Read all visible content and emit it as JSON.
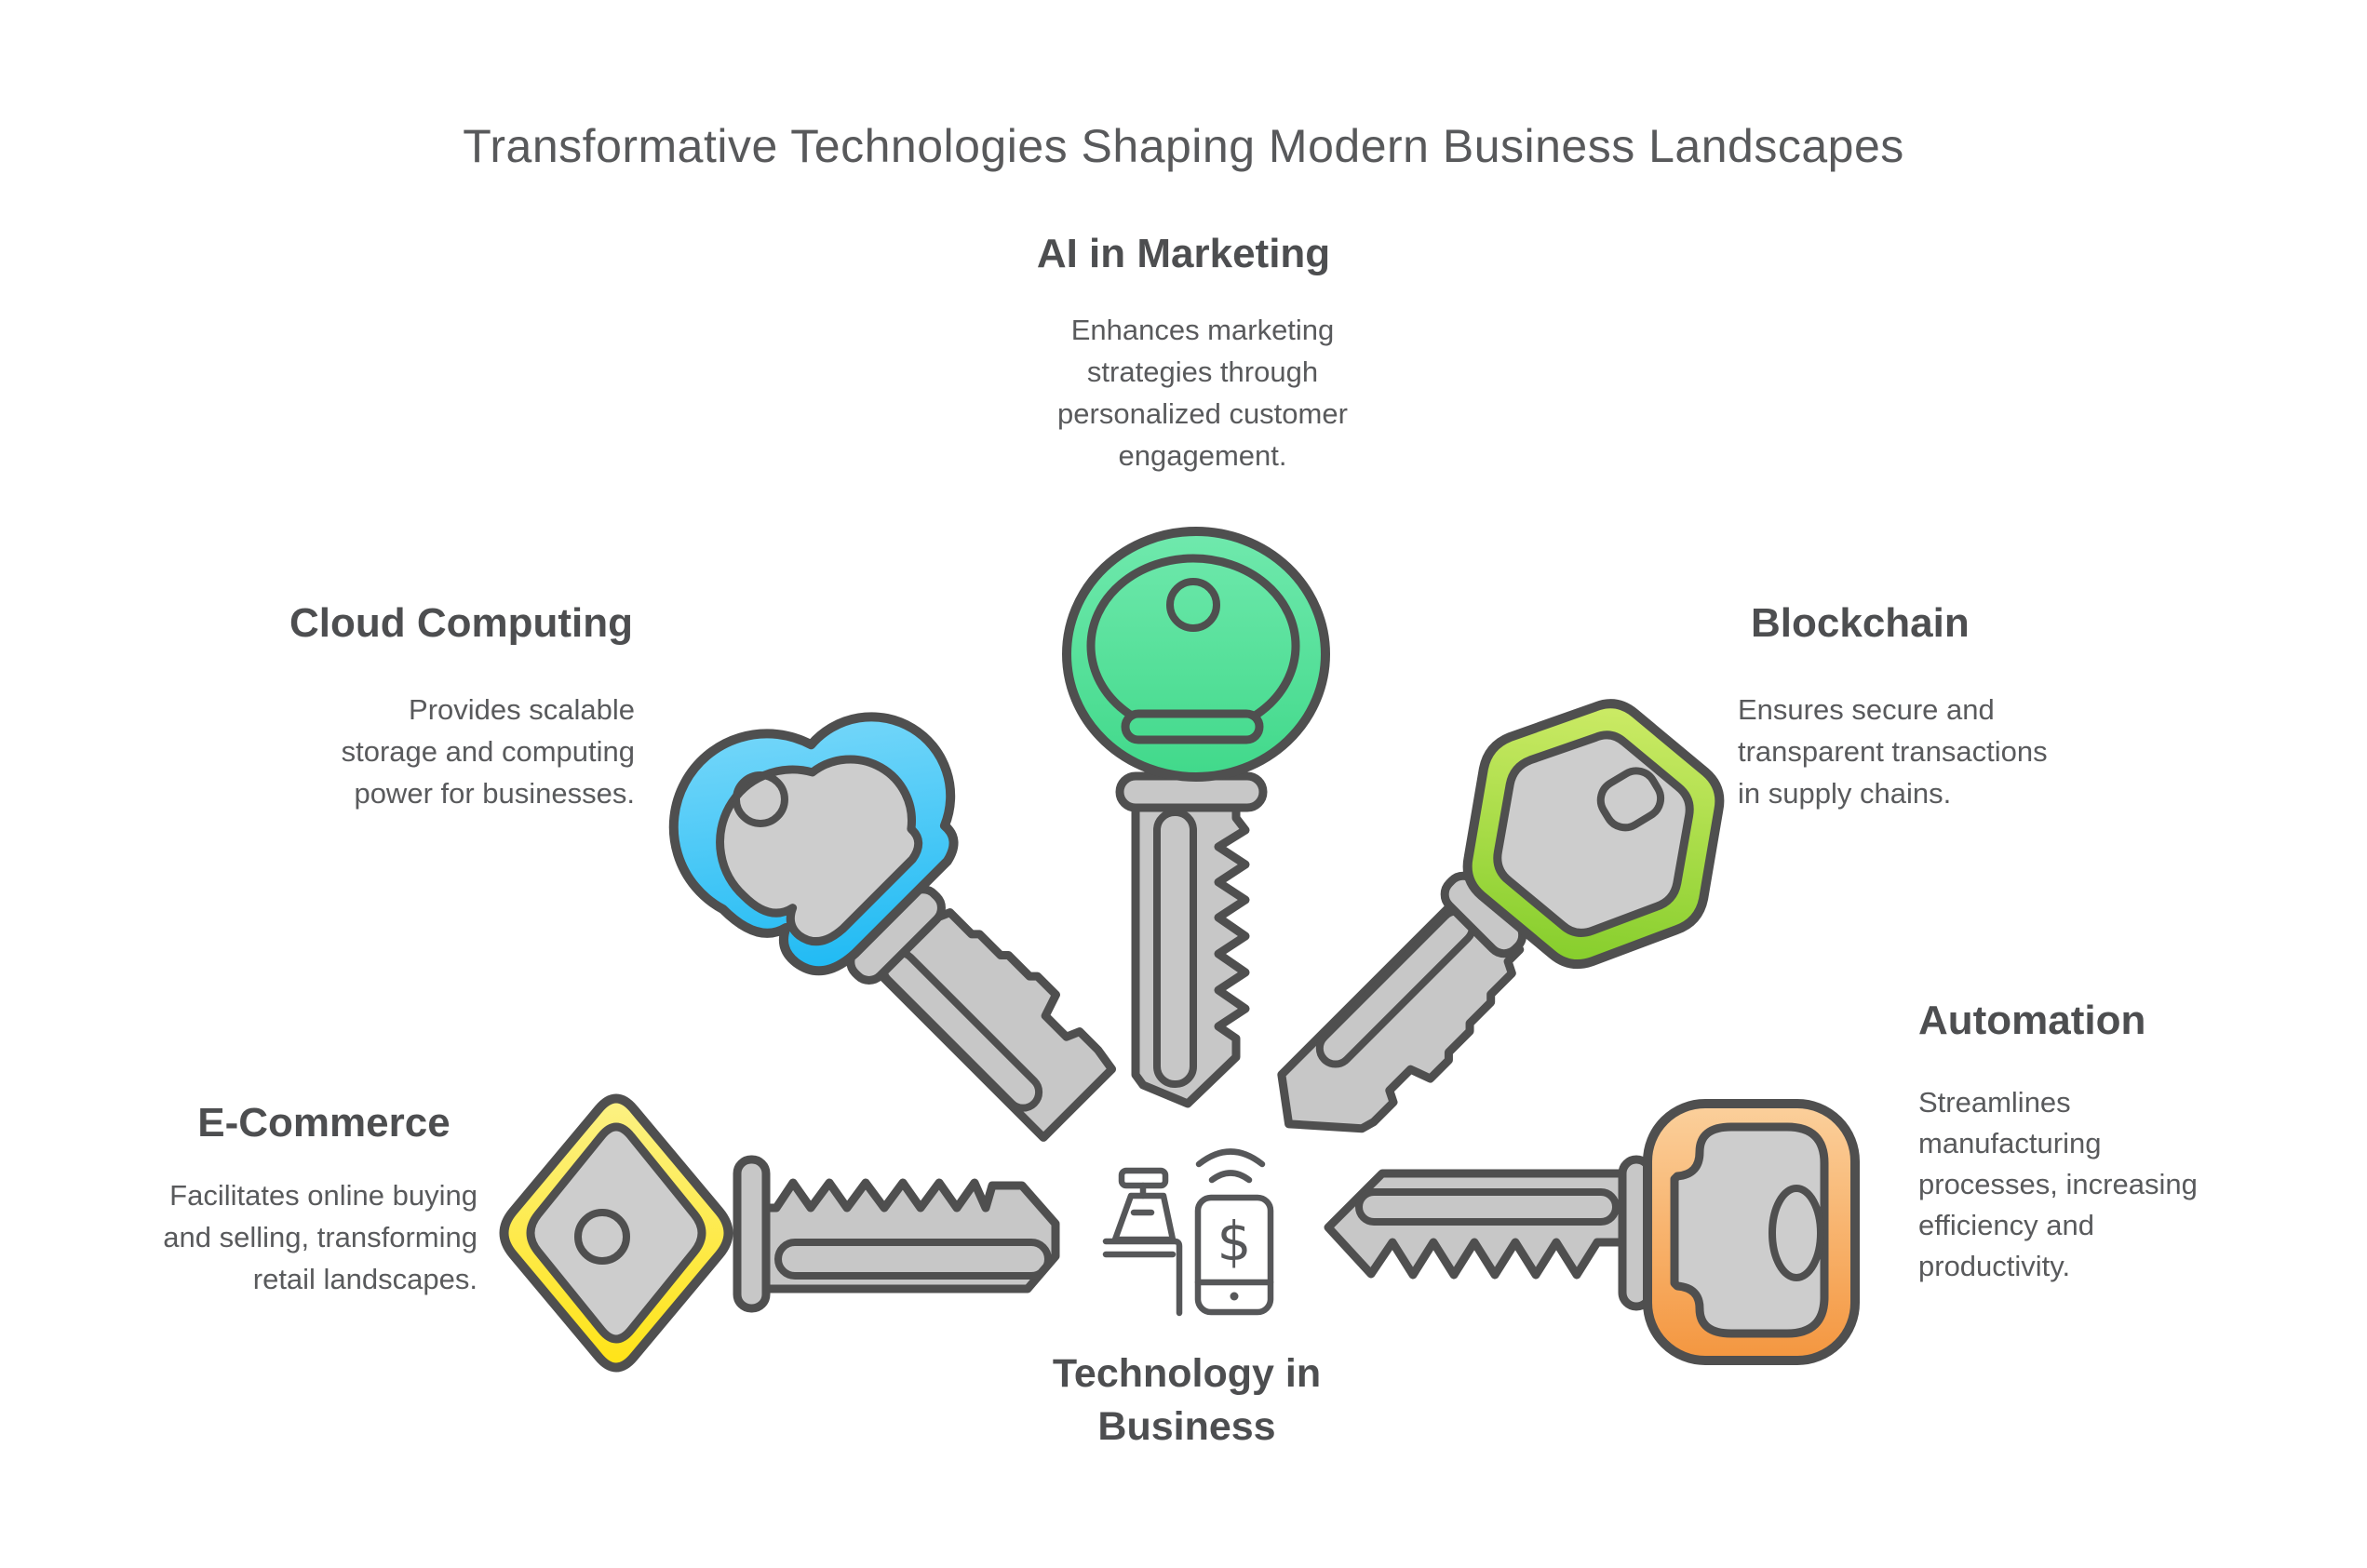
{
  "title": "Transformative Technologies Shaping Modern Business Landscapes",
  "center": {
    "label": "Technology in\nBusiness",
    "icons": [
      "cash-register-icon",
      "payment-phone-icon",
      "wireless-signal-icon"
    ]
  },
  "sections": {
    "ai": {
      "label": "AI in Marketing",
      "description": "Enhances marketing\nstrategies through\npersonalized customer\nengagement.",
      "key_color": "#4ddd92"
    },
    "cloud": {
      "label": "Cloud Computing",
      "description": "Provides scalable\nstorage and computing\npower for businesses.",
      "key_color": "#35c7f6"
    },
    "blockchain": {
      "label": "Blockchain",
      "description": "Ensures secure and\ntransparent transactions\nin supply chains.",
      "key_color": "#a4da3c"
    },
    "ecommerce": {
      "label": "E-Commerce",
      "description": "Facilitates online buying\nand selling, transforming\nretail landscapes.",
      "key_color": "#ffe71f"
    },
    "automation": {
      "label": "Automation",
      "description": "Streamlines\nmanufacturing\nprocesses, increasing\nefficiency and\nproductivity.",
      "key_color": "#f6a556"
    }
  },
  "colors": {
    "outline": "#4f4f4f",
    "metal_gray": "#c7c7c7",
    "text_dark": "#4d4e50",
    "text_body": "#595a5c"
  }
}
